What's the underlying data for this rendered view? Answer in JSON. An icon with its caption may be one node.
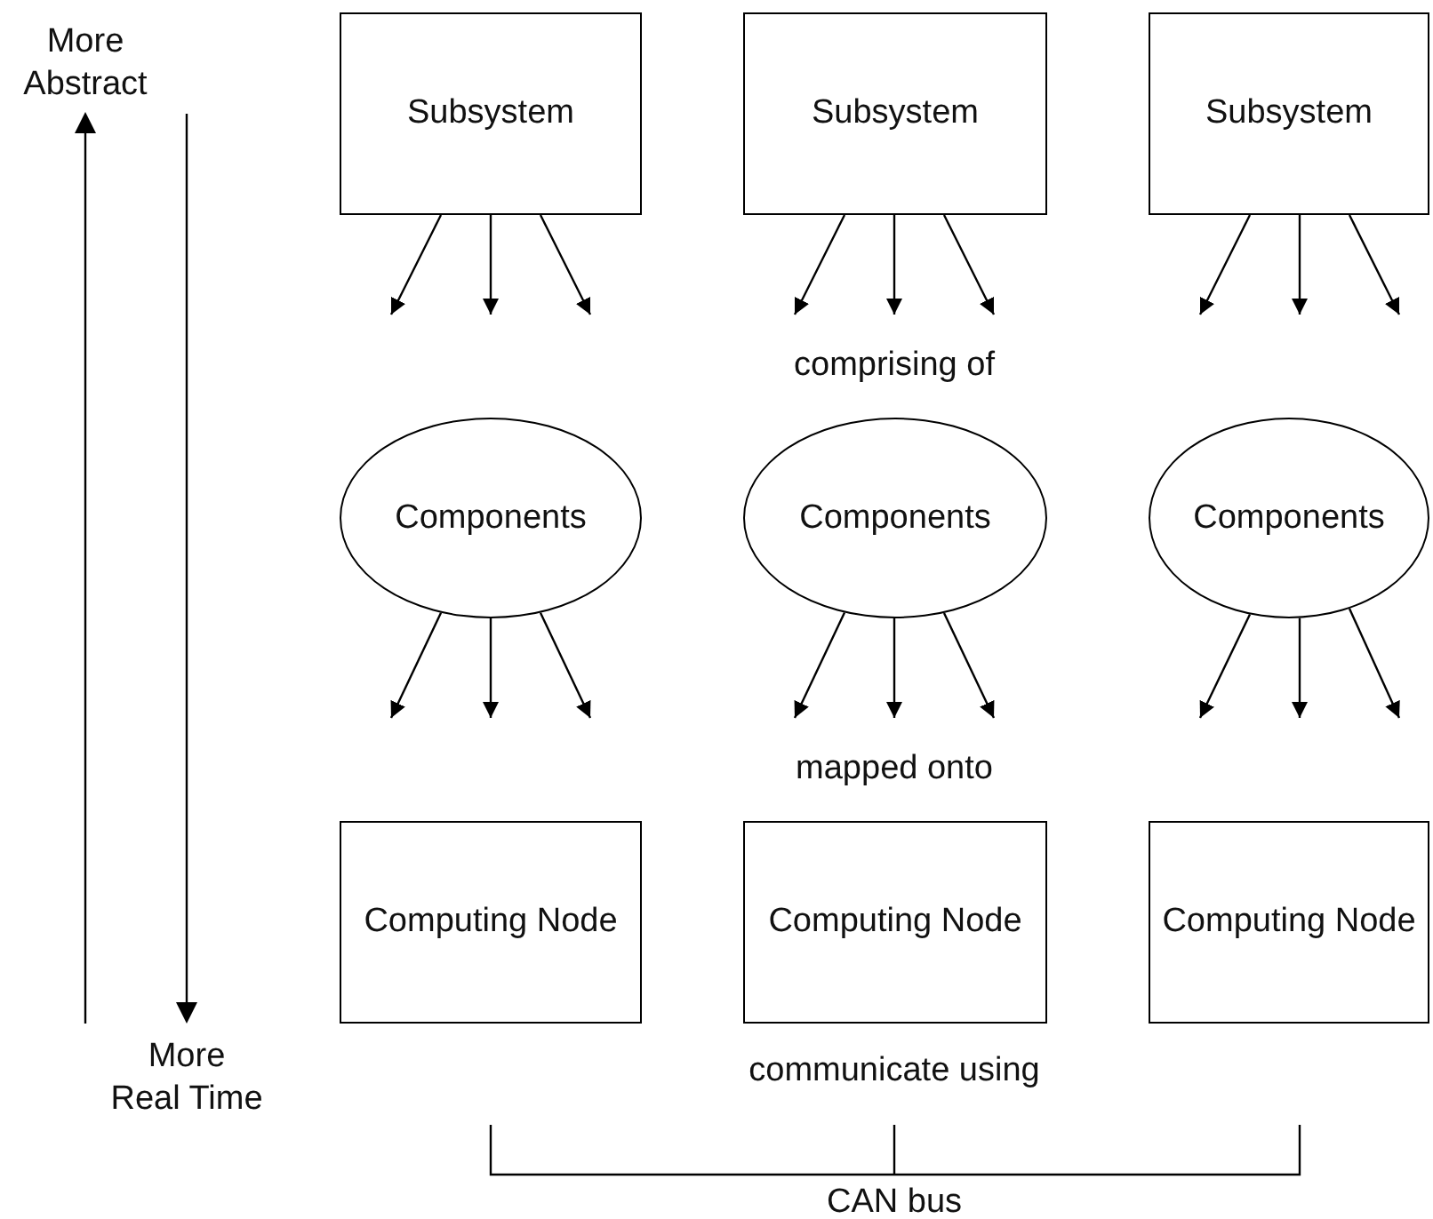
{
  "diagram": {
    "nodes": [
      {
        "text": [
          "Subsystem"
        ]
      },
      {
        "text": [
          "Subsystem"
        ]
      },
      {
        "text": [
          "Subsystem"
        ]
      },
      {
        "text": [
          "Components"
        ]
      },
      {
        "text": [
          "Components"
        ]
      },
      {
        "text": [
          "Components"
        ]
      },
      {
        "text": [
          "Computing Node"
        ]
      },
      {
        "text": [
          "Computing Node"
        ]
      },
      {
        "text": [
          "Computing Node"
        ]
      }
    ],
    "edges": [
      {
        "from": 0,
        "to": null,
        "arrow": "to"
      },
      {
        "from": 0,
        "to": null,
        "arrow": "to"
      },
      {
        "from": 0,
        "to": null,
        "arrow": "to"
      },
      {
        "from": 1,
        "to": null,
        "arrow": "to"
      },
      {
        "from": 1,
        "to": null,
        "arrow": "to"
      },
      {
        "from": 1,
        "to": null,
        "arrow": "to"
      },
      {
        "from": 2,
        "to": null,
        "arrow": "to"
      },
      {
        "from": 2,
        "to": null,
        "arrow": "to"
      },
      {
        "from": 2,
        "to": null,
        "arrow": "to"
      },
      {
        "from": 3,
        "to": null,
        "arrow": "to"
      },
      {
        "from": 3,
        "to": null,
        "arrow": "to"
      },
      {
        "from": 3,
        "to": null,
        "arrow": "to"
      },
      {
        "from": 4,
        "to": null,
        "arrow": "to"
      },
      {
        "from": 4,
        "to": null,
        "arrow": "to"
      },
      {
        "from": 4,
        "to": null,
        "arrow": "to"
      },
      {
        "from": 5,
        "to": null,
        "arrow": "to"
      },
      {
        "from": 5,
        "to": null,
        "arrow": "to"
      },
      {
        "from": 5,
        "to": null,
        "arrow": "to"
      }
    ],
    "labels": [
      "More Abstract",
      "comprising of",
      "mapped onto",
      "More Real Time",
      "communicate using",
      "CAN bus"
    ]
  }
}
